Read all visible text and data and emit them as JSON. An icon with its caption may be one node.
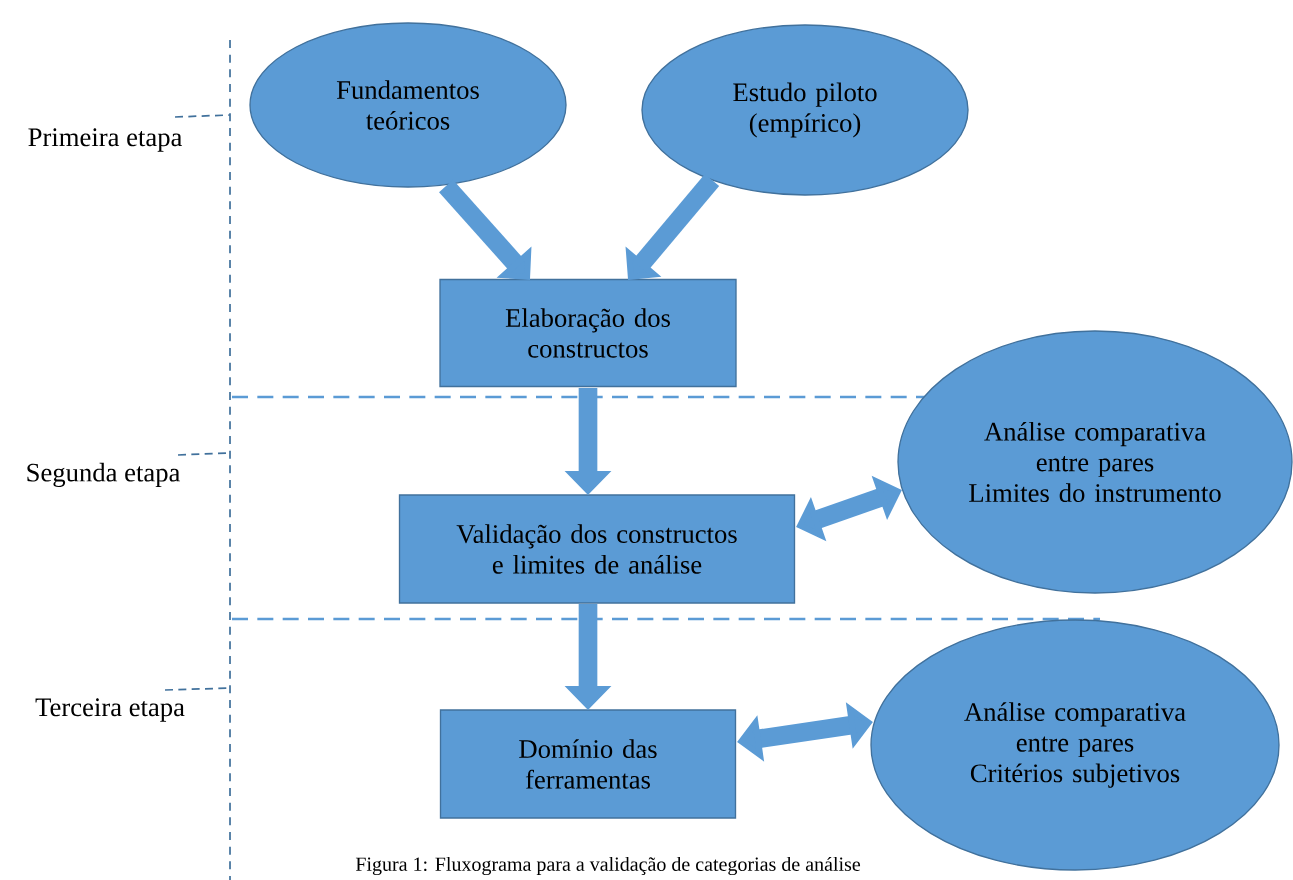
{
  "diagram": {
    "caption": "Figura 1: Fluxograma para a validação de categorias de análise",
    "nodes": [
      {
        "text": [
          "Fundamentos teóricos"
        ]
      },
      {
        "text": [
          "Estudo piloto (empírico)"
        ]
      },
      {
        "text": [
          "Elaboração dos constructos"
        ]
      },
      {
        "text": [
          "Validação dos constructos e limites de análise"
        ]
      },
      {
        "text": [
          "Análise comparativa entre pares",
          "Limites do instrumento"
        ]
      },
      {
        "text": [
          "Domínio das ferramentas"
        ]
      },
      {
        "text": [
          "Análise comparativa entre pares",
          "Critérios subjetivos"
        ]
      }
    ],
    "edges": [
      {
        "from": 0,
        "to": 2,
        "arrow": "to"
      },
      {
        "from": 1,
        "to": 2,
        "arrow": "to"
      },
      {
        "from": 2,
        "to": 3,
        "arrow": "to"
      },
      {
        "from": 3,
        "to": 4,
        "arrow": "both"
      },
      {
        "from": 3,
        "to": 5,
        "arrow": "to"
      },
      {
        "from": 5,
        "to": 6,
        "arrow": "both"
      }
    ],
    "labels": [
      "Primeira etapa",
      "Segunda etapa",
      "Terceira etapa"
    ]
  }
}
